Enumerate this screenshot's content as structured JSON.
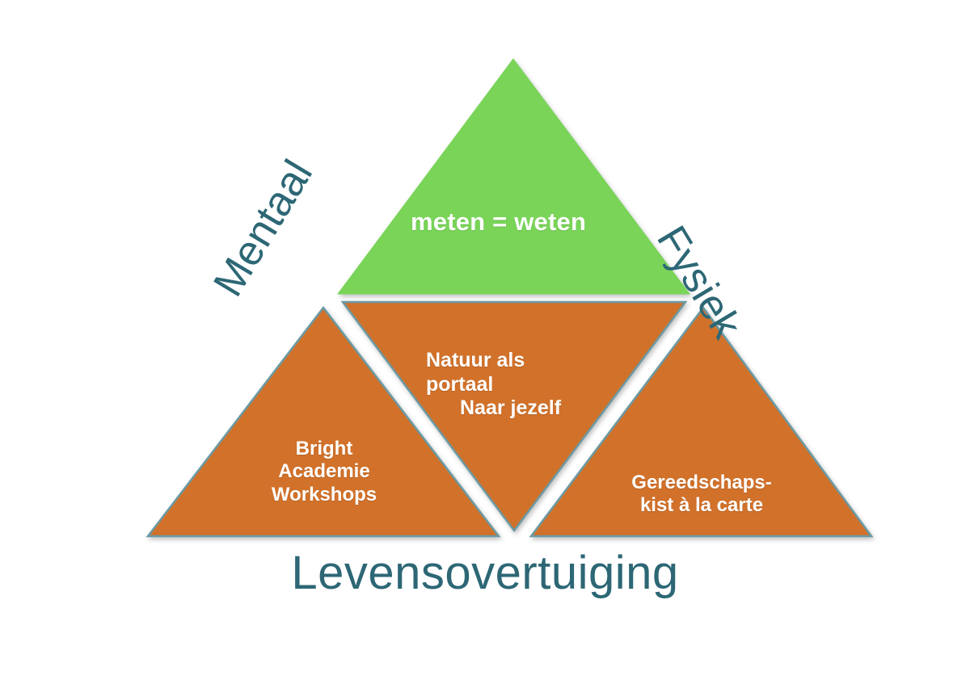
{
  "diagram": {
    "title": "Levensovertuiging pyramid",
    "colors": {
      "green": "#79d459",
      "orange": "#d1712c",
      "teal": "#2d6775",
      "edge": "#6b9aa3",
      "background": "#ffffff",
      "label_text": "#ffffff"
    },
    "top_segment": {
      "name": "meten = weten",
      "label": "meten = weten",
      "fill": "#79d459"
    },
    "middle_segment": {
      "name": "Natuur als portaal",
      "line1": "Natuur als",
      "line2": "portaal",
      "line3": "Naar jezelf",
      "fill": "#d1712c"
    },
    "left_segment": {
      "name": "Bright Academie Workshops",
      "line1": "Bright",
      "line2": "Academie",
      "line3": "Workshops",
      "fill": "#d1712c"
    },
    "right_segment": {
      "name": "Gereedschapskist a la carte",
      "line1": "Gereedschaps-",
      "line2": "kist à la carte",
      "fill": "#d1712c"
    },
    "axes": {
      "left_label": "Mentaal",
      "right_label": "Fysiek",
      "base_label": "Levensovertuiging"
    }
  }
}
